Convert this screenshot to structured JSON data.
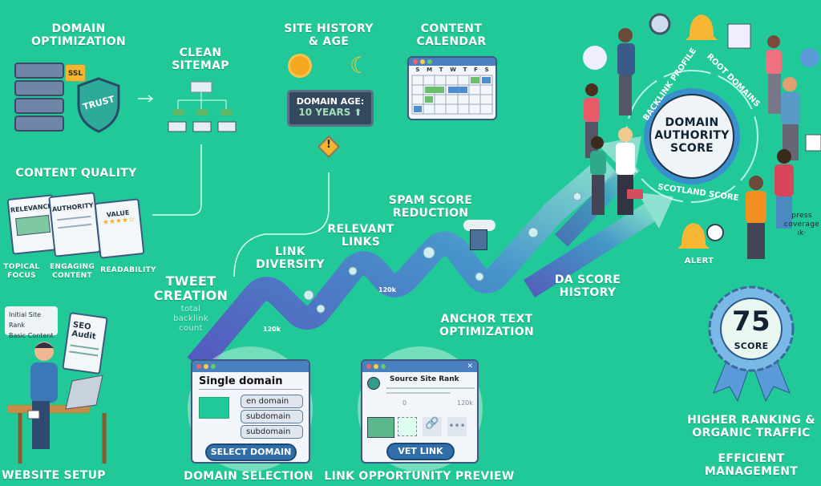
{
  "colors": {
    "background": "#21c999",
    "accent": "#2f6ea8",
    "path": "#4a6fc8"
  },
  "sections": {
    "domain_optimization": {
      "title_1": "DOMAIN",
      "title_2": "OPTIMIZATION",
      "ssl": "SSL",
      "trust": "TRUST"
    },
    "clean_sitemap": {
      "title_1": "CLEAN",
      "title_2": "SITEMAP"
    },
    "site_history": {
      "title_1": "SITE HISTORY",
      "title_2": "& AGE",
      "age_label": "DOMAIN AGE:",
      "age_value": "10 YEARS ⬆"
    },
    "content_calendar": {
      "title_1": "CONTENT",
      "title_2": "CALENDAR",
      "days": [
        "S",
        "M",
        "T",
        "W",
        "T",
        "F",
        "S"
      ]
    },
    "content_quality": {
      "title": "CONTENT QUALITY",
      "cards": [
        "RELEVANCE",
        "AUTHORITY",
        "VALUE"
      ],
      "captions": [
        [
          "TOPICAL",
          "FOCUS"
        ],
        [
          "ENGAGING",
          "CONTENT"
        ],
        [
          "READABILITY",
          ""
        ]
      ]
    },
    "website_setup": {
      "title": "WEBSITE SETUP",
      "bubble": [
        "Initial Site Rank",
        "Basic Content"
      ],
      "audit": "SEO Audit"
    },
    "path_labels": {
      "tweet_1": "TWEET",
      "tweet_2": "CREATION",
      "backlink_1": "total",
      "backlink_2": "backlink",
      "backlink_3": "count",
      "link_div_1": "LINK",
      "link_div_2": "DIVERSITY",
      "relevant_1": "RELEVANT",
      "relevant_2": "LINKS",
      "spam_1": "SPAM SCORE",
      "spam_2": "REDUCTION",
      "anchor_1": "ANCHOR TEXT",
      "anchor_2": "OPTIMIZATION",
      "da_hist_1": "DA SCORE",
      "da_hist_2": "HISTORY",
      "count_a": "120k",
      "count_b": "120k"
    },
    "domain_selection": {
      "title": "DOMAIN SELECTION",
      "heading": "Single domain",
      "options": [
        "en domain",
        "subdomain",
        "subdomain"
      ],
      "button": "SELECT DOMAIN"
    },
    "link_preview": {
      "title": "LINK OPPORTUNITY PREVIEW",
      "heading": "Source Site Rank",
      "min": "0",
      "max": "120k",
      "button": "VET LINK"
    },
    "domain_authority": {
      "title_1": "DOMAIN",
      "title_2": "AUTHORITY",
      "title_3": "SCORE",
      "ring_top_left": "BACKLINK PROFILE",
      "ring_top_right": "ROOT DOMAINS",
      "ring_bottom": "SCOTLAND SCORE",
      "alert": "ALERT",
      "press_1": "press",
      "press_2": "coverage",
      "press_3": "ık·"
    },
    "badge": {
      "value": "75",
      "label": "SCORE"
    },
    "outcomes": {
      "line_1": "HIGHER RANKING &",
      "line_2": "ORGANIC TRAFFIC",
      "line_3": "EFFICIENT",
      "line_4": "MANAGEMENT"
    }
  }
}
